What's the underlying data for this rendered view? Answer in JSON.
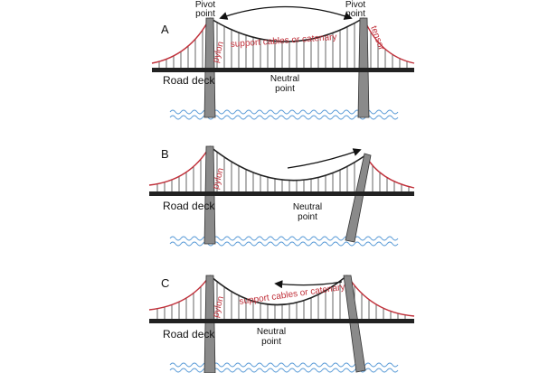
{
  "panels": [
    {
      "letter": "A",
      "pivot_left": [
        "Pivot",
        "point"
      ],
      "pivot_right": [
        "Pivot",
        "point"
      ],
      "cables": "support cables or catenary",
      "pylon": "pylon",
      "tensor": "tensor",
      "road_deck": "Road deck",
      "neutral": [
        "Neutral",
        "point"
      ]
    },
    {
      "letter": "B",
      "pylon": "pylon",
      "road_deck": "Road deck",
      "neutral": [
        "Neutral",
        "point"
      ]
    },
    {
      "letter": "C",
      "cables": "support cables or catenary",
      "pylon": "pylon",
      "road_deck": "Road deck",
      "neutral": [
        "Neutral",
        "point"
      ]
    }
  ],
  "colors": {
    "cable_red": "#c0303a",
    "deck": "#222222",
    "pylon_fill": "#8a8a8a",
    "hanger": "#555555",
    "water": "#5f9ed8"
  }
}
